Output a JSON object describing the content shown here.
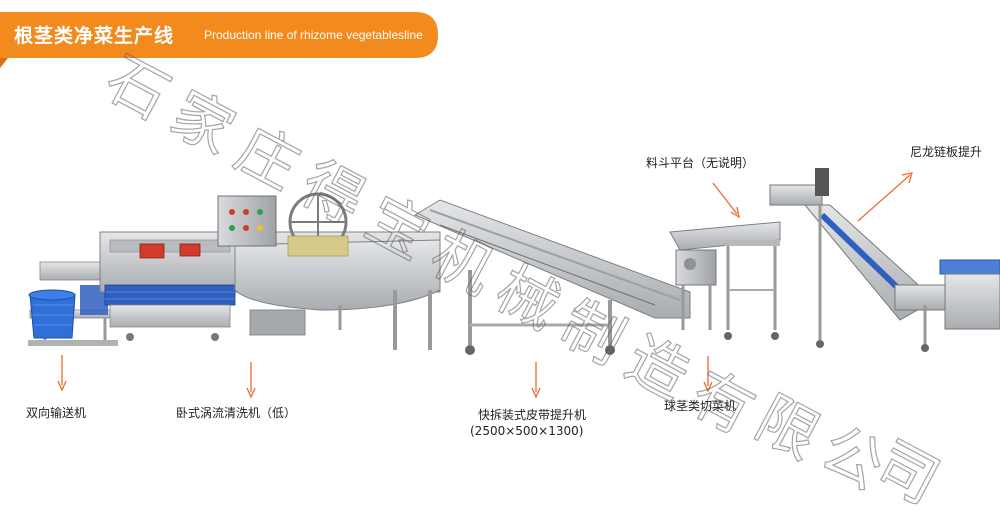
{
  "banner": {
    "title": "根茎类净菜生产线",
    "subtitle": "Production line of rhizome vegetablesline",
    "color": "#f28a1e"
  },
  "machines": [
    {
      "label": "双向输送机"
    },
    {
      "label": "卧式涡流清洗机（低）"
    },
    {
      "label": "快拆装式皮带提升机",
      "spec": "(2500×500×1300)"
    },
    {
      "label": "料斗平台（无说明）"
    },
    {
      "label": "球茎类切菜机"
    },
    {
      "label": "尼龙链板提升"
    }
  ],
  "watermark": "石家庄得宝机械制造有限公司",
  "colors": {
    "arrow": "#ef6a2c",
    "steel": "#c8cacd",
    "steel_dark": "#8b8e92",
    "conveyor_blue": "#2f5fc0",
    "basket_blue": "#2f6fd8",
    "motor_red": "#d23a2a"
  }
}
